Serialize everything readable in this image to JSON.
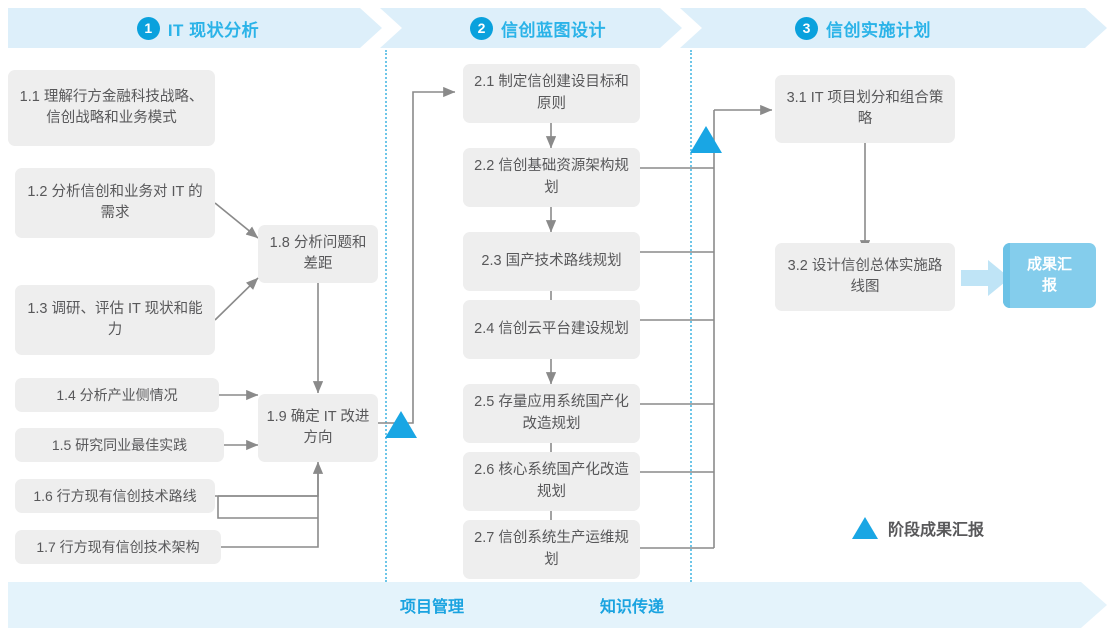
{
  "phases": [
    {
      "num": "1",
      "title": "IT 现状分析"
    },
    {
      "num": "2",
      "title": "信创蓝图设计"
    },
    {
      "num": "3",
      "title": "信创实施计划"
    }
  ],
  "phase1_tasks": [
    {
      "id": "1.1",
      "text": "1.1 理解行方金融科技战略、信创战略和业务模式"
    },
    {
      "id": "1.2",
      "text": "1.2 分析信创和业务对 IT 的需求"
    },
    {
      "id": "1.3",
      "text": "1.3 调研、评估 IT 现状和能力"
    },
    {
      "id": "1.4",
      "text": "1.4 分析产业侧情况"
    },
    {
      "id": "1.5",
      "text": "1.5 研究同业最佳实践"
    },
    {
      "id": "1.6",
      "text": "1.6 行方现有信创技术路线"
    },
    {
      "id": "1.7",
      "text": "1.7 行方现有信创技术架构"
    },
    {
      "id": "1.8",
      "text": "1.8 分析问题和差距"
    },
    {
      "id": "1.9",
      "text": "1.9 确定 IT 改进方向"
    }
  ],
  "phase2_tasks": [
    {
      "id": "2.1",
      "text": "2.1 制定信创建设目标和原则"
    },
    {
      "id": "2.2",
      "text": "2.2 信创基础资源架构规划"
    },
    {
      "id": "2.3",
      "text": "2.3 国产技术路线规划"
    },
    {
      "id": "2.4",
      "text": "2.4 信创云平台建设规划"
    },
    {
      "id": "2.5",
      "text": "2.5 存量应用系统国产化改造规划"
    },
    {
      "id": "2.6",
      "text": "2.6 核心系统国产化改造规划"
    },
    {
      "id": "2.7",
      "text": "2.7 信创系统生产运维规划"
    }
  ],
  "phase3_tasks": [
    {
      "id": "3.1",
      "text": "3.1 IT 项目划分和组合策略"
    },
    {
      "id": "3.2",
      "text": "3.2 设计信创总体实施路线图"
    }
  ],
  "result_box": {
    "text": "成果汇报"
  },
  "legend": {
    "label": "阶段成果汇报",
    "marker": "blue-triangle-icon"
  },
  "bottom_bar": {
    "items": [
      {
        "label": "项目管理"
      },
      {
        "label": "知识传递"
      }
    ]
  },
  "colors": {
    "accent": "#2bb3e8",
    "accent_dark": "#0aa1dd",
    "marker": "#19a6e4",
    "band": "#ddeffa",
    "bottom_band": "#e4f3fb",
    "box_bg": "#eeeeee",
    "box_text": "#58585a",
    "result_bg": "#84cdec",
    "divider": "#6ec6e8",
    "wire": "#8a8a8a"
  }
}
